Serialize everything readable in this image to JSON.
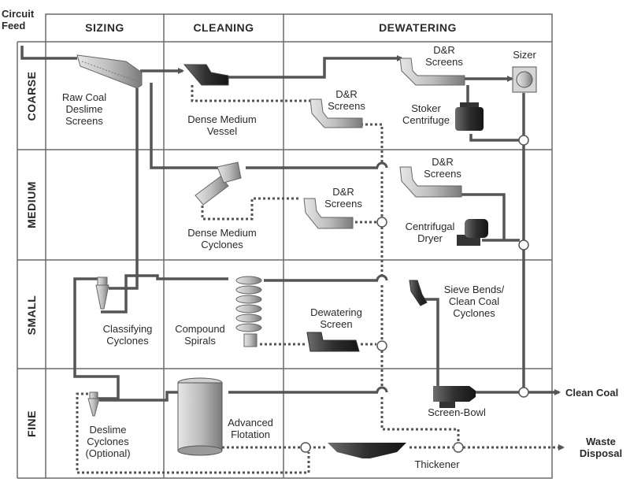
{
  "input": {
    "label": "Circuit\nFeed"
  },
  "columns": [
    "SIZING",
    "CLEANING",
    "DEWATERING"
  ],
  "rows": [
    "COARSE",
    "MEDIUM",
    "SMALL",
    "FINE"
  ],
  "units": {
    "raw_coal_deslime": "Raw Coal\nDeslime\nScreens",
    "dense_medium_vessel": "Dense Medium\nVessel",
    "dr_screens_coarse_a": "D&R\nScreens",
    "dr_screens_coarse_b": "D&R\nScreens",
    "sizer": "Sizer",
    "stoker_centrifuge": "Stoker\nCentrifuge",
    "dr_screens_medium_a": "D&R\nScreens",
    "dr_screens_medium_b": "D&R\nScreens",
    "dense_medium_cyclones": "Dense Medium\nCyclones",
    "centrifugal_dryer": "Centrifugal\nDryer",
    "classifying_cyclones": "Classifying\nCyclones",
    "compound_spirals": "Compound\nSpirals",
    "dewatering_screen": "Dewatering\nScreen",
    "sieve_bends": "Sieve Bends/\nClean Coal\nCyclones",
    "deslime_cyclones": "Deslime\nCyclones\n(Optional)",
    "advanced_flotation": "Advanced\nFlotation",
    "screen_bowl": "Screen-Bowl",
    "thickener": "Thickener"
  },
  "outputs": {
    "clean_coal": "Clean Coal",
    "waste_disposal": "Waste\nDisposal"
  },
  "colors": {
    "line": "#555555",
    "grid": "#6a6a6a",
    "equipment": "#8a8a8a",
    "equipment_dark": "#3c3c3c"
  }
}
